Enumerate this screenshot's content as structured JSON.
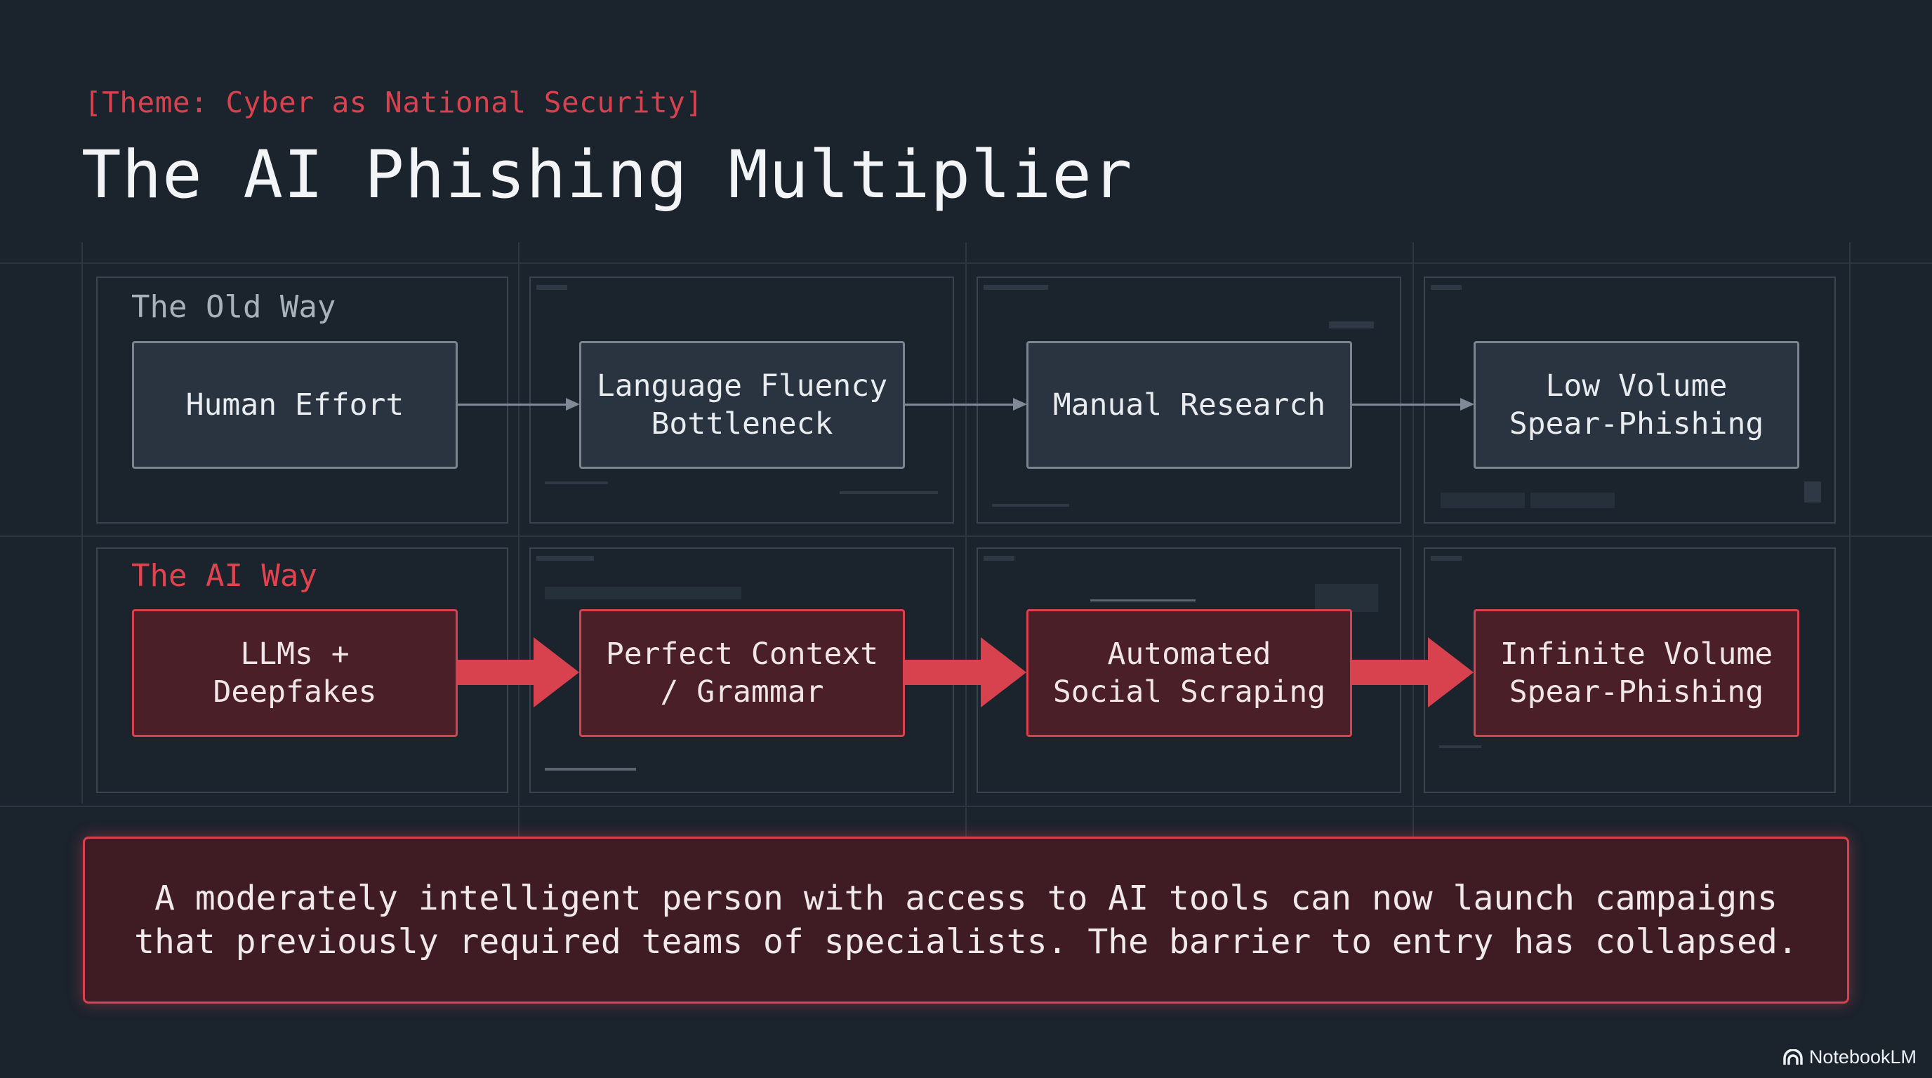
{
  "theme_label": "[Theme: Cyber as National Security]",
  "title": "The AI Phishing Multiplier",
  "old_way": {
    "label": "The Old Way",
    "steps": [
      "Human Effort",
      "Language Fluency\nBottleneck",
      "Manual Research",
      "Low Volume\nSpear-Phishing"
    ]
  },
  "ai_way": {
    "label": "The AI Way",
    "steps": [
      "LLMs +\nDeepfakes",
      "Perfect Context\n/ Grammar",
      "Automated\nSocial Scraping",
      "Infinite Volume\nSpear-Phishing"
    ]
  },
  "conclusion": "A moderately intelligent person with access to AI tools can now launch campaigns that previously required teams of specialists. The barrier to entry has collapsed.",
  "branding": {
    "name": "NotebookLM",
    "icon": "notebooklm-logo-icon"
  },
  "colors": {
    "background": "#1b232d",
    "accent_red": "#d8424f",
    "old_box": "#2a3340",
    "ai_box": "#4a1f27"
  }
}
